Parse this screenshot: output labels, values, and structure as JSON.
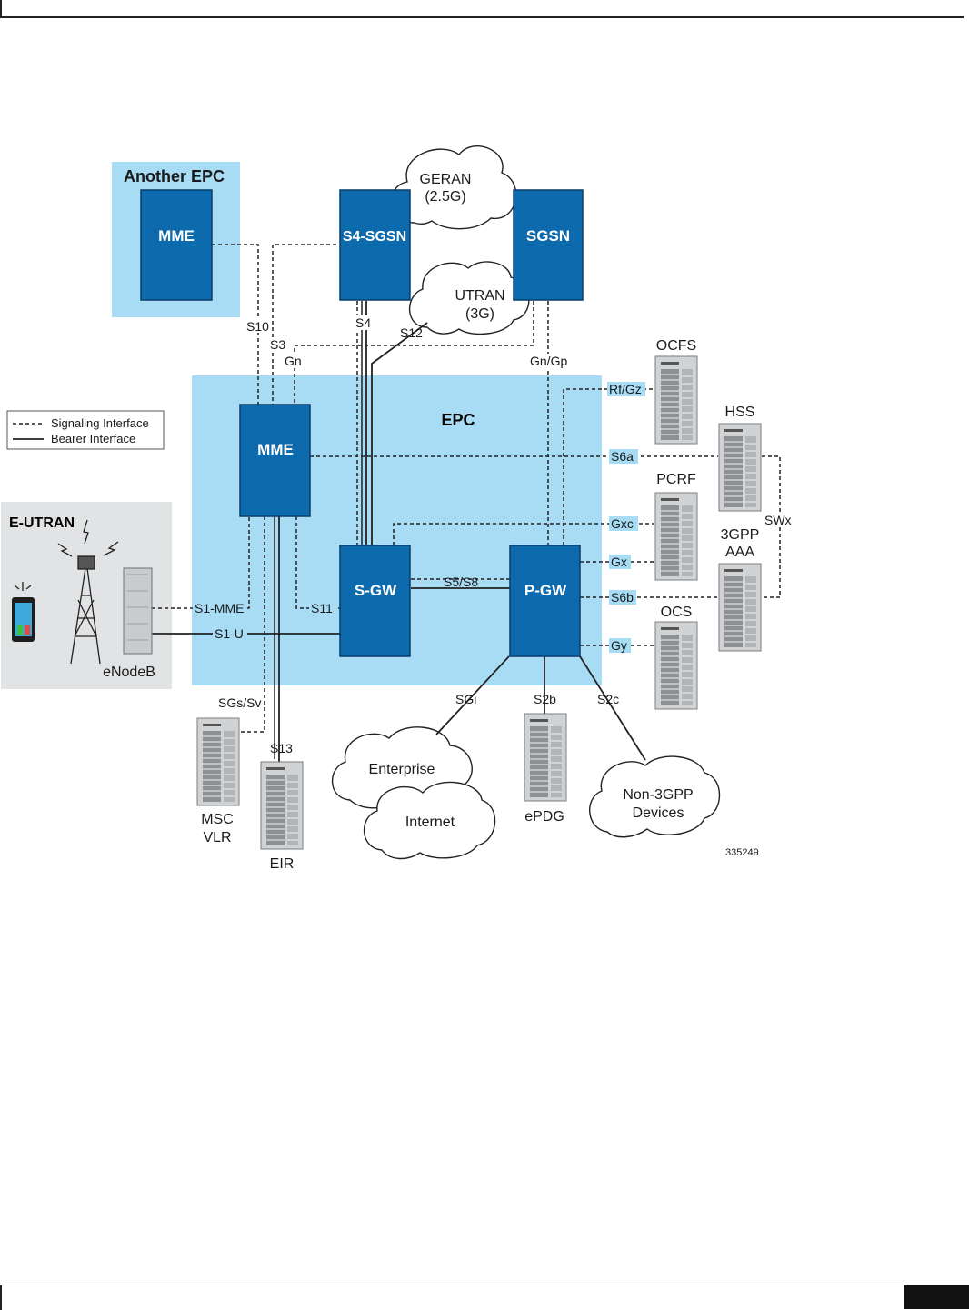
{
  "labels": {
    "another_epc": "Another EPC",
    "mme_other": "MME",
    "s4sgsn": "S4-SGSN",
    "sgsn": "SGSN",
    "geran_1": "GERAN",
    "geran_2": "(2.5G)",
    "utran_1": "UTRAN",
    "utran_2": "(3G)",
    "epc": "EPC",
    "mme": "MME",
    "sgw": "S-GW",
    "pgw": "P-GW",
    "eutran": "E-UTRAN",
    "enodeb": "eNodeB",
    "ocfs": "OCFS",
    "hss": "HSS",
    "pcrf": "PCRF",
    "aaa_1": "3GPP",
    "aaa_2": "AAA",
    "ocs": "OCS",
    "msc_1": "MSC",
    "msc_2": "VLR",
    "eir": "EIR",
    "epdg": "ePDG",
    "enterprise": "Enterprise",
    "internet": "Internet",
    "non3gpp_1": "Non-3GPP",
    "non3gpp_2": "Devices",
    "figure_id": "335249"
  },
  "interfaces": {
    "s10": "S10",
    "s3": "S3",
    "gn": "Gn",
    "s4": "S4",
    "s12": "S12",
    "gngp": "Gn/Gp",
    "rfgz": "Rf/Gz",
    "s6a": "S6a",
    "gxc": "Gxc",
    "gx": "Gx",
    "s6b": "S6b",
    "gy": "Gy",
    "swx": "SWx",
    "s5s8": "S5/S8",
    "s11": "S11",
    "s1mme": "S1-MME",
    "s1u": "S1-U",
    "sgssv": "SGs/Sv",
    "s13": "S13",
    "sgi": "SGi",
    "s2b": "S2b",
    "s2c": "S2c"
  },
  "legend": {
    "signaling": "Signaling Interface",
    "bearer": "Bearer Interface"
  },
  "colors": {
    "node_fill": "#0d6aad",
    "zone_fill": "#a8dcf5",
    "eutran_fill": "#e2e3e5",
    "server_fill": "#d0d2d4"
  }
}
